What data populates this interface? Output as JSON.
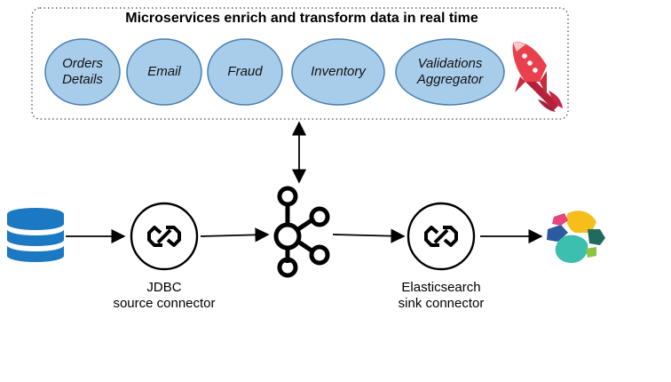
{
  "header": {
    "title": "Microservices enrich and transform data in real time"
  },
  "services": [
    {
      "id": "orders",
      "label": "Orders\nDetails"
    },
    {
      "id": "email",
      "label": "Email"
    },
    {
      "id": "fraud",
      "label": "Fraud"
    },
    {
      "id": "inventory",
      "label": "Inventory"
    },
    {
      "id": "validations",
      "label": "Validations\nAggregator"
    }
  ],
  "connectors": {
    "source": {
      "line1": "JDBC",
      "line2": "source connector"
    },
    "sink": {
      "line1": "Elasticsearch",
      "line2": "sink connector"
    }
  },
  "icons": {
    "database": "database-icon",
    "connector": "connector-link-icon",
    "kafka": "kafka-icon",
    "elasticsearch": "elasticsearch-icon",
    "rocket": "rocket-icon"
  },
  "colors": {
    "service_fill": "#a8cdea",
    "service_stroke": "#4a7fb0",
    "database": "#1a79c2",
    "rocket": "#e8414d",
    "elastic_yellow": "#f5be1b",
    "elastic_teal": "#3dbfb0",
    "elastic_pink": "#e8457a",
    "elastic_blue": "#2b5a9e",
    "elastic_green": "#8cc63e",
    "elastic_dark": "#1f6b5e"
  }
}
